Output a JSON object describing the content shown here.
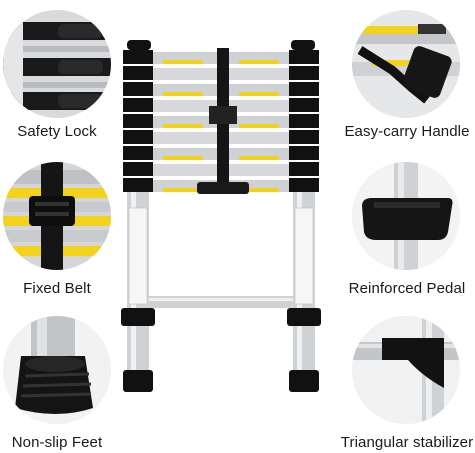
{
  "features": {
    "safety_lock": {
      "label": "Safety Lock",
      "icon": "safety-lock-closeup"
    },
    "carry_handle": {
      "label": "Easy-carry Handle",
      "icon": "carry-handle-closeup"
    },
    "fixed_belt": {
      "label": "Fixed Belt",
      "icon": "belt-buckle-closeup"
    },
    "pedal": {
      "label": "Reinforced Pedal",
      "icon": "pedal-closeup"
    },
    "feet": {
      "label": "Non-slip Feet",
      "icon": "rubber-foot-closeup"
    },
    "stabilizer": {
      "label": "Triangular stabilizer",
      "icon": "stabilizer-closeup"
    }
  },
  "ladder": {
    "rungs_visible": 11,
    "product_image": "telescopic-ladder"
  },
  "colors": {
    "aluminum": "#c9ccd0",
    "black_plastic": "#111111",
    "warning_yellow": "#f2d21a",
    "background": "#ffffff"
  }
}
